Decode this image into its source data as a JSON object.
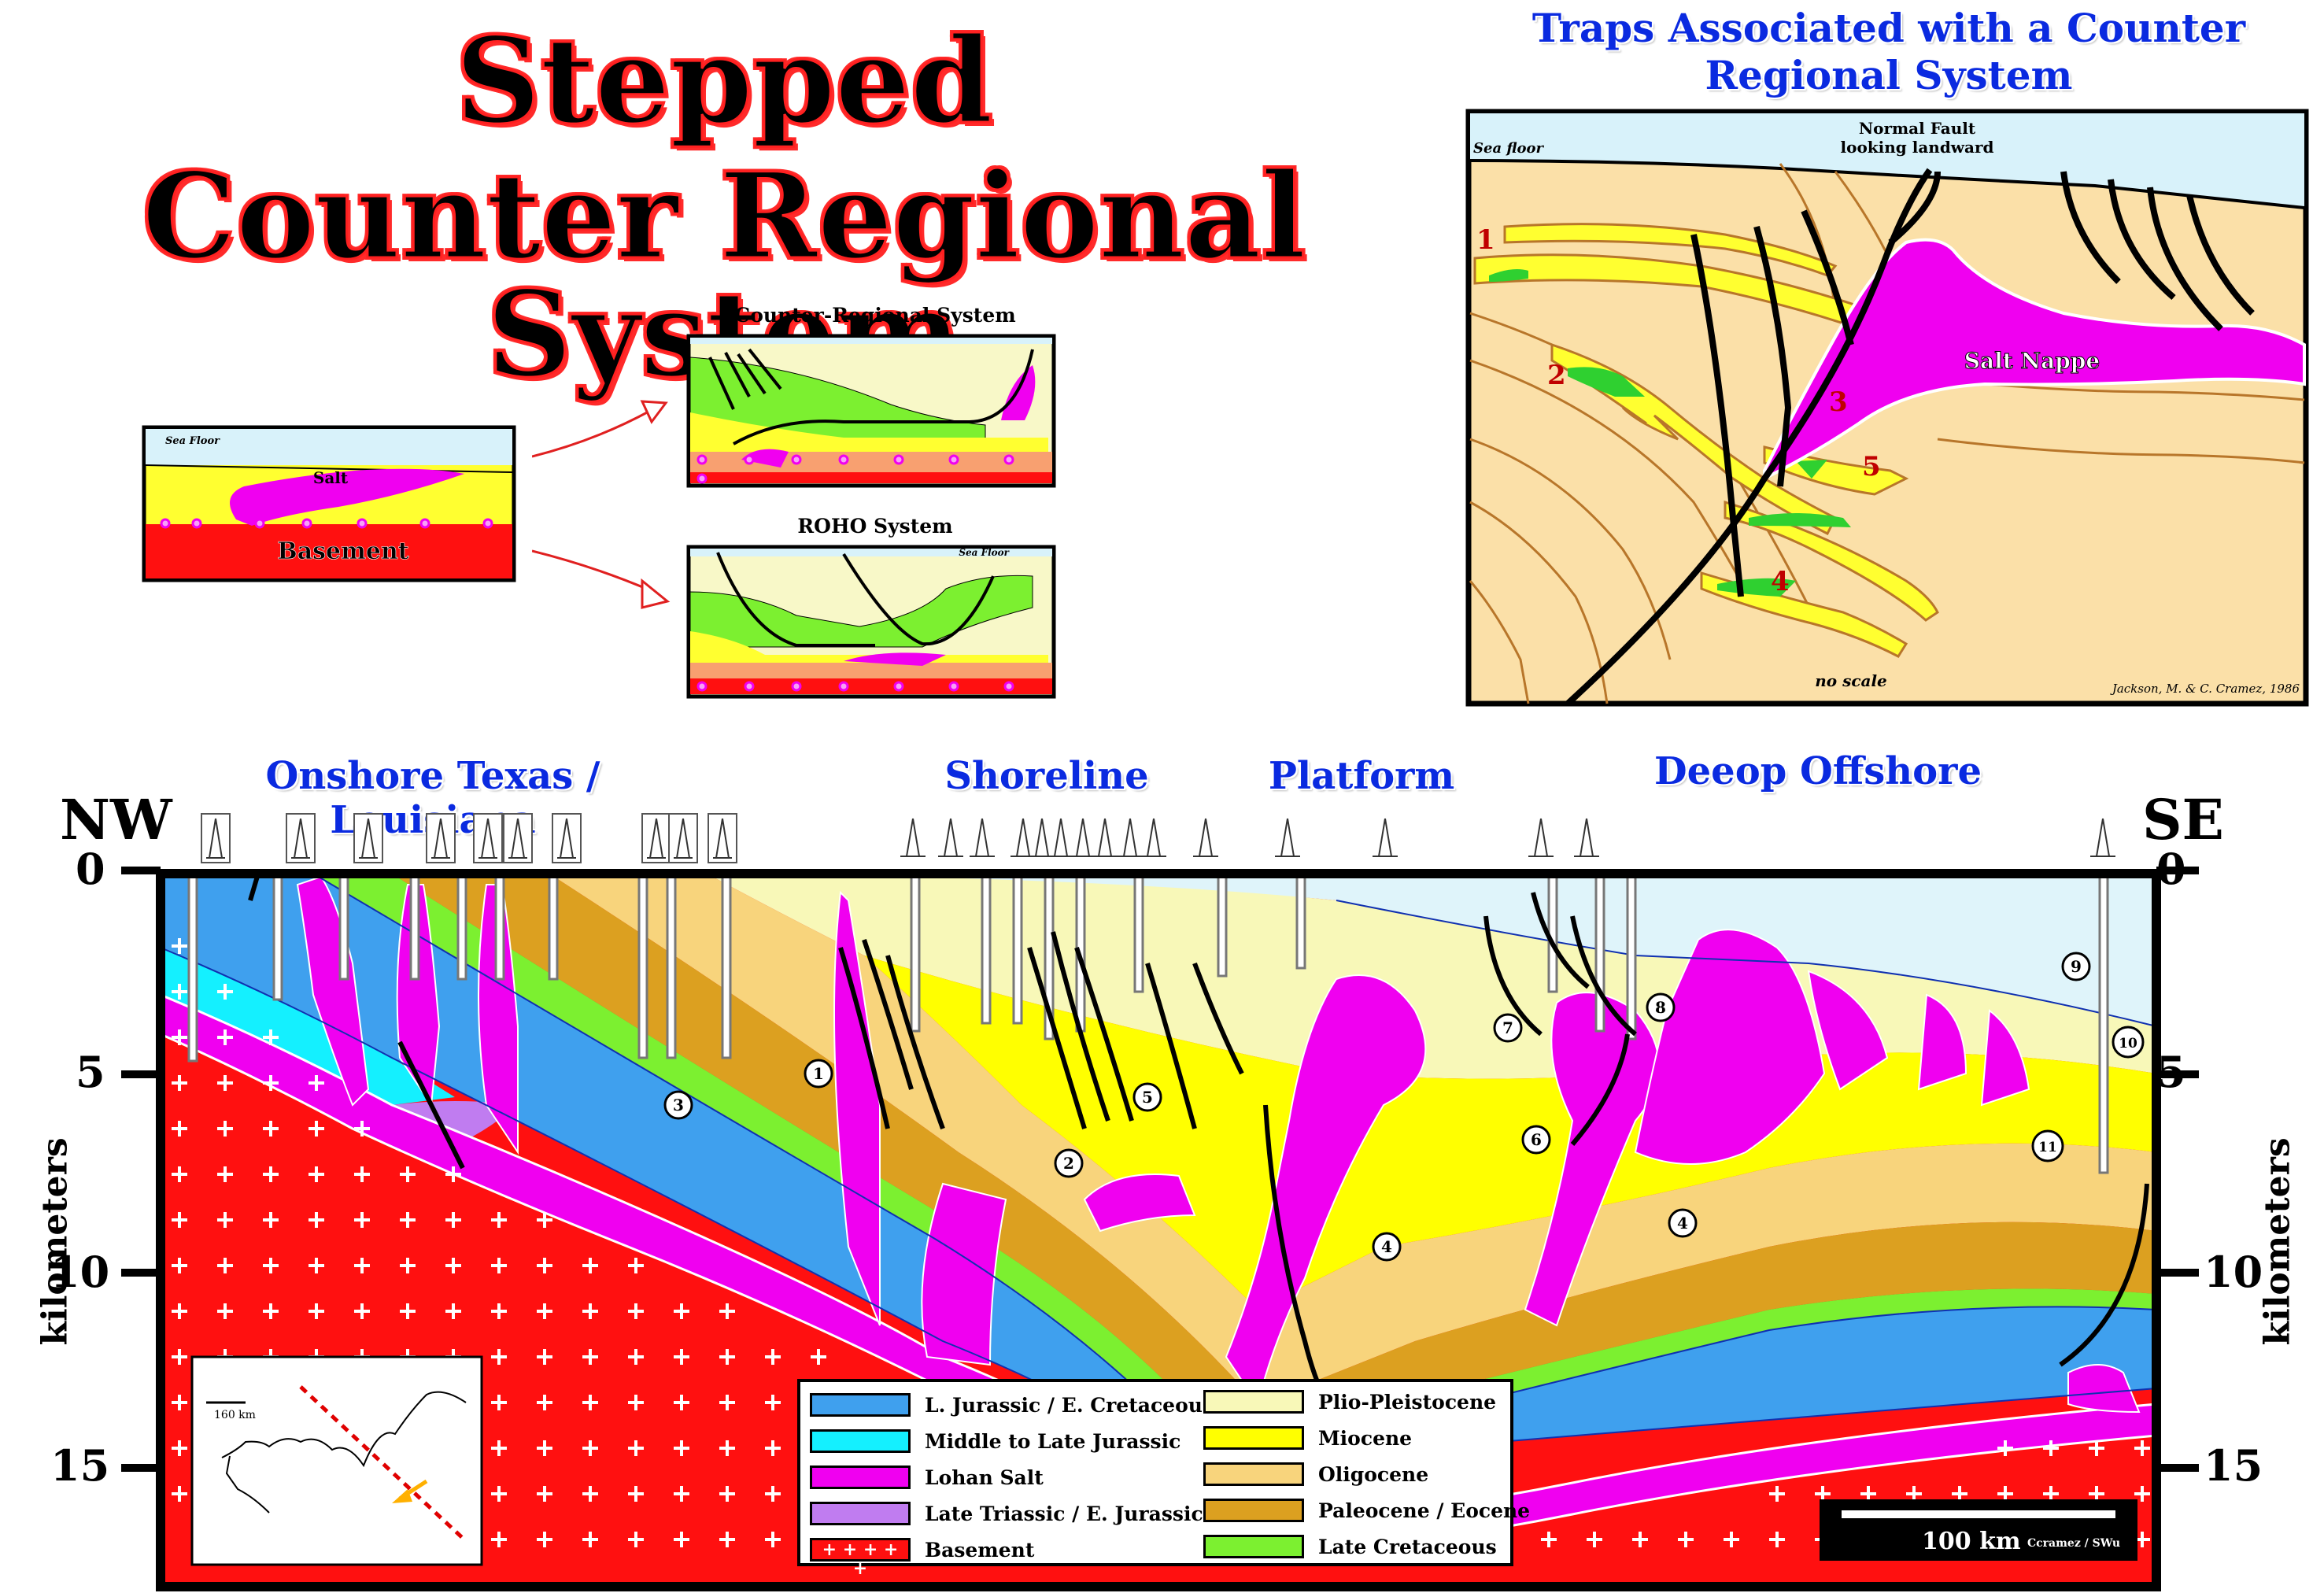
{
  "title": {
    "line1": "Stepped",
    "line2": "Counter Regional System"
  },
  "traps_panel": {
    "title_line1": "Traps Associated with a Counter",
    "title_line2": "Regional System",
    "sea_floor": "Sea floor",
    "fault_label_line1": "Normal Fault",
    "fault_label_line2": "looking landward",
    "salt_nappe": "Salt Nappe",
    "no_scale": "no scale",
    "credit": "Jackson, M. & C. Cramez, 1986",
    "trap_numbers": [
      "1",
      "2",
      "3",
      "4",
      "5"
    ]
  },
  "small_diagrams": {
    "initial": {
      "sea_floor": "Sea Floor",
      "salt": "Salt",
      "basement": "Basement"
    },
    "counter_regional": {
      "title": "Counter-Regional System"
    },
    "roho": {
      "title": "ROHO System",
      "sea_floor": "Sea Floor"
    }
  },
  "section": {
    "regions": {
      "onshore": "Onshore Texas / Louisiana",
      "shoreline": "Shoreline",
      "platform": "Platform",
      "offshore": "Deeop Offshore"
    },
    "nw": "NW",
    "se": "SE",
    "axis_label": "kilometers",
    "depth_ticks": [
      "0",
      "5",
      "10",
      "15"
    ],
    "circle_labels": [
      "1",
      "2",
      "3",
      "4",
      "4",
      "5",
      "6",
      "7",
      "8",
      "9",
      "10",
      "11"
    ],
    "inset_scale": "160 km",
    "scale_label": "100 km",
    "credit": "Ccramez / SWu"
  },
  "legend": {
    "left": [
      {
        "label": "L. Jurassic / E. Cretaceous",
        "color": "#3fa0ee"
      },
      {
        "label": "Middle to Late Jurassic",
        "color": "#14f0ff"
      },
      {
        "label": "Lohan Salt",
        "color": "#f000f0"
      },
      {
        "label": "Late Triassic / E. Jurassic",
        "color": "#c07cf0"
      },
      {
        "label": "Basement",
        "color": "#ff1010"
      }
    ],
    "right": [
      {
        "label": "Plio-Pleistocene",
        "color": "#f8f8b8"
      },
      {
        "label": "Miocene",
        "color": "#ffff00"
      },
      {
        "label": "Oligocene",
        "color": "#f8d47c"
      },
      {
        "label": "Paleocene / Eocene",
        "color": "#dca020"
      },
      {
        "label": "Late Cretaceous",
        "color": "#7cf030"
      }
    ]
  }
}
